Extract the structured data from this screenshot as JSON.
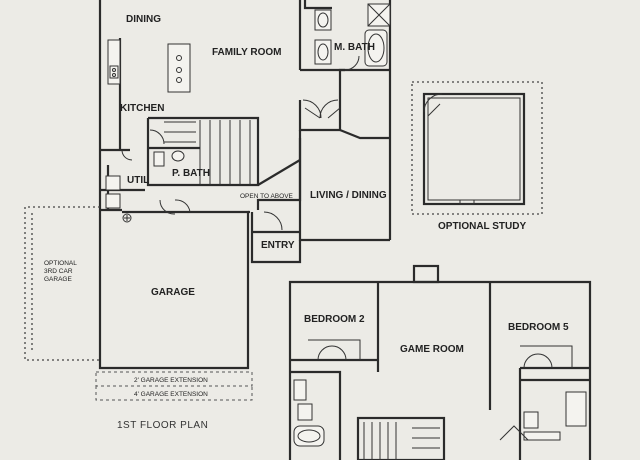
{
  "floor_plan": {
    "first_floor_title": "1ST FLOOR PLAN",
    "rooms": {
      "dining": "DINING",
      "family_room": "FAMILY ROOM",
      "master_bath": "M. BATH",
      "kitchen": "KITCHEN",
      "powder_bath": "P. BATH",
      "utility": "UTIL",
      "open_to_above": "OPEN TO ABOVE",
      "living_dining": "LIVING / DINING",
      "entry": "ENTRY",
      "garage": "GARAGE",
      "optional_study": "OPTIONAL STUDY",
      "optional_garage_line1": "OPTIONAL",
      "optional_garage_line2": "3RD CAR",
      "optional_garage_line3": "GARAGE",
      "garage_extension_2": "2' GARAGE EXTENSION",
      "garage_extension_4": "4' GARAGE EXTENSION",
      "bedroom_2": "BEDROOM 2",
      "game_room": "GAME ROOM",
      "bedroom_5": "BEDROOM 5"
    }
  }
}
